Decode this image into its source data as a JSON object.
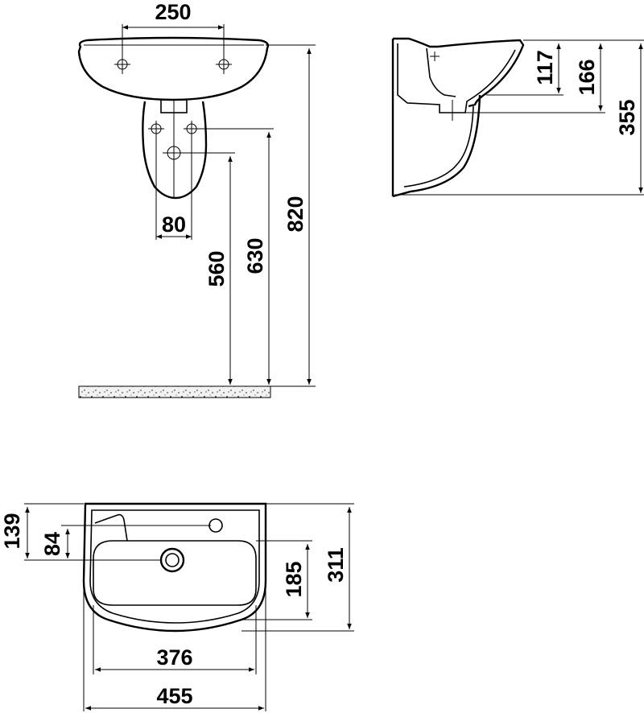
{
  "front_view": {
    "tap_hole_spacing": "250",
    "pedestal_drain_spacing": "80",
    "height_drain_lower": "560",
    "height_drain_upper": "630",
    "height_rim": "820"
  },
  "side_view": {
    "depth_117": "117",
    "depth_166": "166",
    "height_355": "355"
  },
  "top_view": {
    "offset_139": "139",
    "offset_84": "84",
    "basin_depth_185": "185",
    "total_depth_311": "311",
    "inner_width_376": "376",
    "total_width_455": "455"
  }
}
